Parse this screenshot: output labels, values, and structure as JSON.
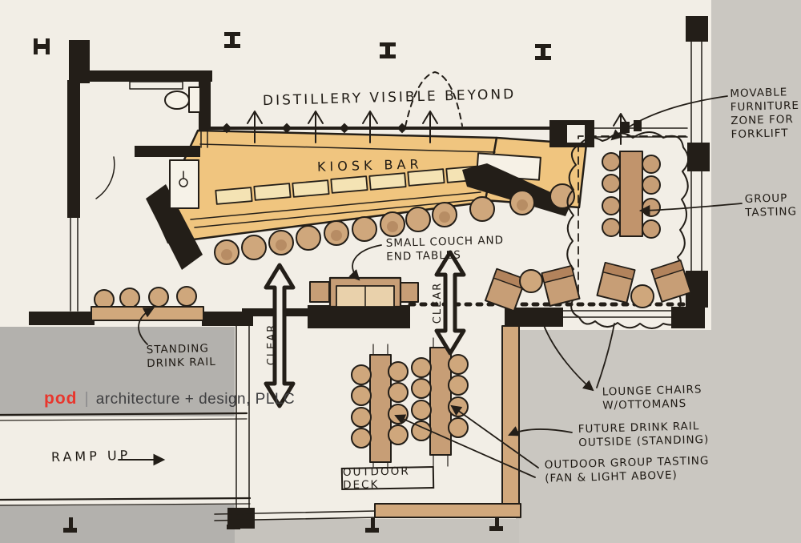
{
  "title": "Kiosk bar concept floor plan sketch",
  "colors": {
    "paper": "#f2eee6",
    "outside_gray": "#cac7c1",
    "logo_band_gray": "#b3b1ad",
    "ink": "#231e18",
    "bar_top": "#f0c57f",
    "wood_furniture": "#c79e76",
    "deck_rail": "#d1a87c",
    "logo_red": "#e8362d"
  },
  "labels": {
    "distillery_note": "DISTILLERY VISIBLE BEYOND",
    "kiosk_bar": "KIOSK BAR",
    "movable_zone": "MOVABLE\nFURNITURE\nZONE FOR\nFORKLIFT",
    "group_tasting": "GROUP\nTASTING",
    "small_couch": "SMALL COUCH AND\nEND TABLES",
    "clear_left": "CLEAR",
    "clear_right": "CLEAR",
    "standing_drink_rail": "STANDING\nDRINK RAIL",
    "ramp_up": "RAMP UP",
    "outdoor_deck": "OUTDOOR DECK",
    "lounge_chairs": "LOUNGE CHAIRS\nW/OTTOMANS",
    "future_drink_rail": "FUTURE DRINK RAIL\nOUTSIDE (STANDING)",
    "outdoor_group_tasting": "OUTDOOR GROUP TASTING\n(FAN & LIGHT ABOVE)"
  },
  "logo": {
    "brand": "pod",
    "divider": "|",
    "firm": "architecture + design, PLLC"
  }
}
